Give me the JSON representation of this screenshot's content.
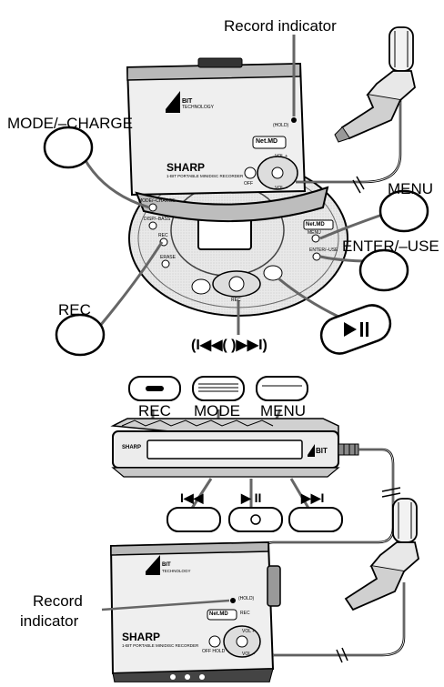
{
  "top_diagram": {
    "record_indicator_label": "Record indicator",
    "mode_charge_label": "MODE/–CHARGE",
    "menu_label": "MENU",
    "enter_use_label": "ENTER/–USE",
    "rec_label": "REC",
    "skip_label": "(I◀◀( )▶▶I)",
    "device": {
      "brand": "SHARP",
      "subtitle": "1-BIT PORTABLE MINIDISC RECORDER",
      "logo_text": "BIT",
      "logo_sub": "TECHNOLOGY",
      "netmd": "Net.MD",
      "hold": "(HOLD)",
      "vol_plus": "VOL +",
      "vol_minus": "VOL –",
      "off": "OFF"
    },
    "charger": {
      "mode_charge": "MODE/–CHARGE",
      "disp_rmbase": "DISP/–BASS",
      "rec": "REC",
      "erase": "ERASE",
      "menu": "MENU",
      "enter_use": "ENTER/–USE",
      "netmd": "Net.MD",
      "rec_tray": "REC"
    }
  },
  "bottom_diagram": {
    "rec_label": "REC",
    "mode_label": "MODE",
    "menu_label": "MENU",
    "prev_symbol": "I◀◀",
    "play_symbol": "▶ II",
    "next_symbol": "▶▶I",
    "record_indicator_label_line1": "Record",
    "record_indicator_label_line2": "indicator",
    "remote": {
      "brand": "SHARP",
      "logo_text": "BIT"
    },
    "device": {
      "brand": "SHARP",
      "subtitle": "1-BIT PORTABLE MINIDISC RECORDER",
      "logo_text": "BIT",
      "logo_sub": "TECHNOLOGY",
      "netmd": "Net.MD",
      "hold": "(HOLD)",
      "rec_small": "REC",
      "vol_plus": "VOL +",
      "vol_minus": "VOL –",
      "off_hold": "OFF HOLD"
    }
  }
}
